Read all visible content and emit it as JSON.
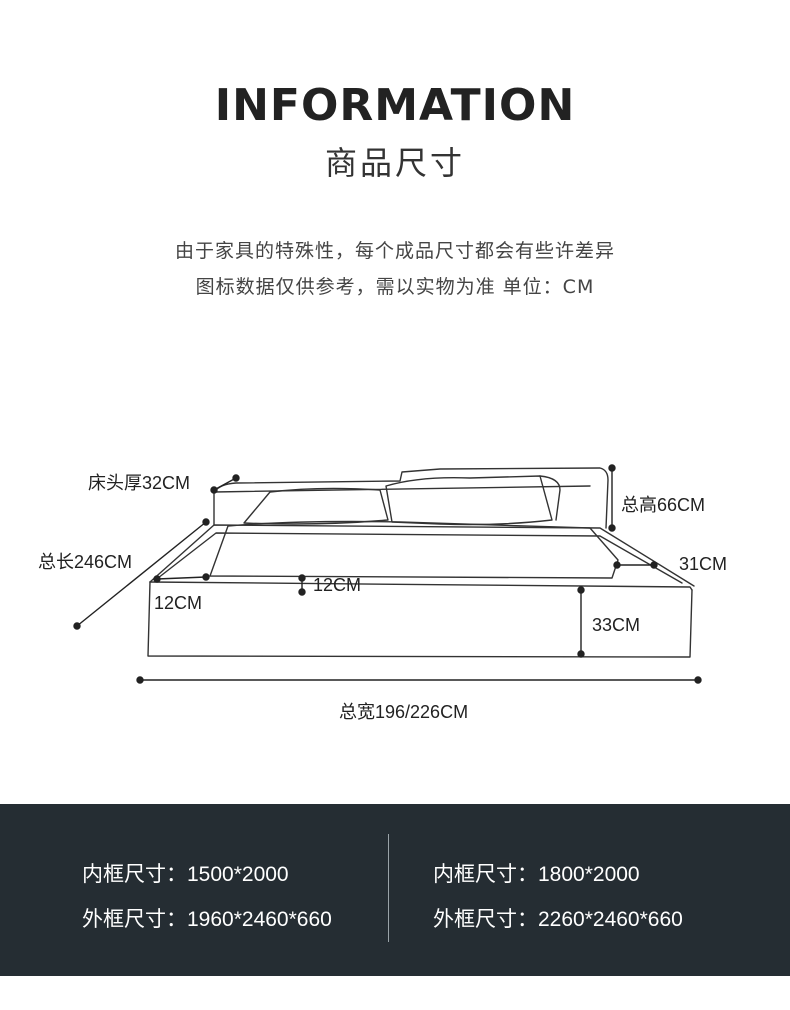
{
  "header": {
    "title_en": "INFORMATION",
    "title_cn": "商品尺寸"
  },
  "notes": {
    "line1": "由于家具的特殊性，每个成品尺寸都会有些许差异",
    "line2": "图标数据仅供参考，需以实物为准   单位：CM"
  },
  "dimensions": {
    "headboard_thickness": "床头厚32CM",
    "total_height": "总高66CM",
    "total_length": "总长246CM",
    "side_edge": "31CM",
    "front_edge_left": "12CM",
    "front_edge_mid": "12CM",
    "base_height": "33CM",
    "total_width": "总宽196/226CM"
  },
  "specs": {
    "left": {
      "inner": "内框尺寸：1500*2000",
      "outer": "外框尺寸：1960*2460*660"
    },
    "right": {
      "inner": "内框尺寸：1800*2000",
      "outer": "外框尺寸：2260*2460*660"
    }
  },
  "colors": {
    "footer_bg": "#252d33",
    "text": "#2b2b2b"
  }
}
